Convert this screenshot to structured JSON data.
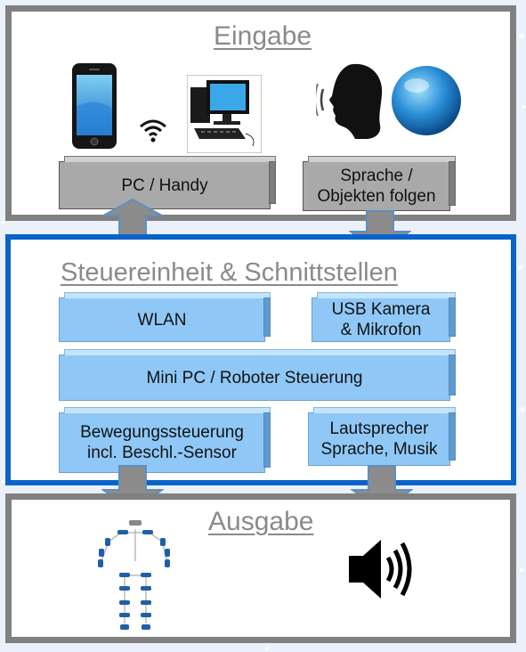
{
  "sections": {
    "input": {
      "title": "Eingabe"
    },
    "control": {
      "title": "Steuereinheit & Schnittstellen"
    },
    "output": {
      "title": "Ausgabe"
    }
  },
  "input_boxes": {
    "pc_handy": "PC / Handy",
    "speech": "Sprache /\nObjekten folgen"
  },
  "control_boxes": {
    "wlan": "WLAN",
    "usb_camera": "USB Kamera\n& Mikrofon",
    "mini_pc": "Mini PC / Roboter Steuerung",
    "motion": "Bewegungssteuerung\nincl. Beschl.-Sensor",
    "speaker": "Lautsprecher\nSprache, Musik"
  },
  "icons": {
    "input": [
      "smartphone-icon",
      "wifi-icon",
      "desktop-computer-icon",
      "speaking-head-icon",
      "blue-ball-icon"
    ],
    "output": [
      "robot-skeleton-icon",
      "speaker-icon"
    ]
  },
  "colors": {
    "frame_gray": "#808080",
    "frame_blue": "#0a64c8",
    "box_gray": "#a9a9a9",
    "box_blue": "#8fc8f7",
    "arrow": "#8c8c8c",
    "title": "#8a8a8a"
  }
}
